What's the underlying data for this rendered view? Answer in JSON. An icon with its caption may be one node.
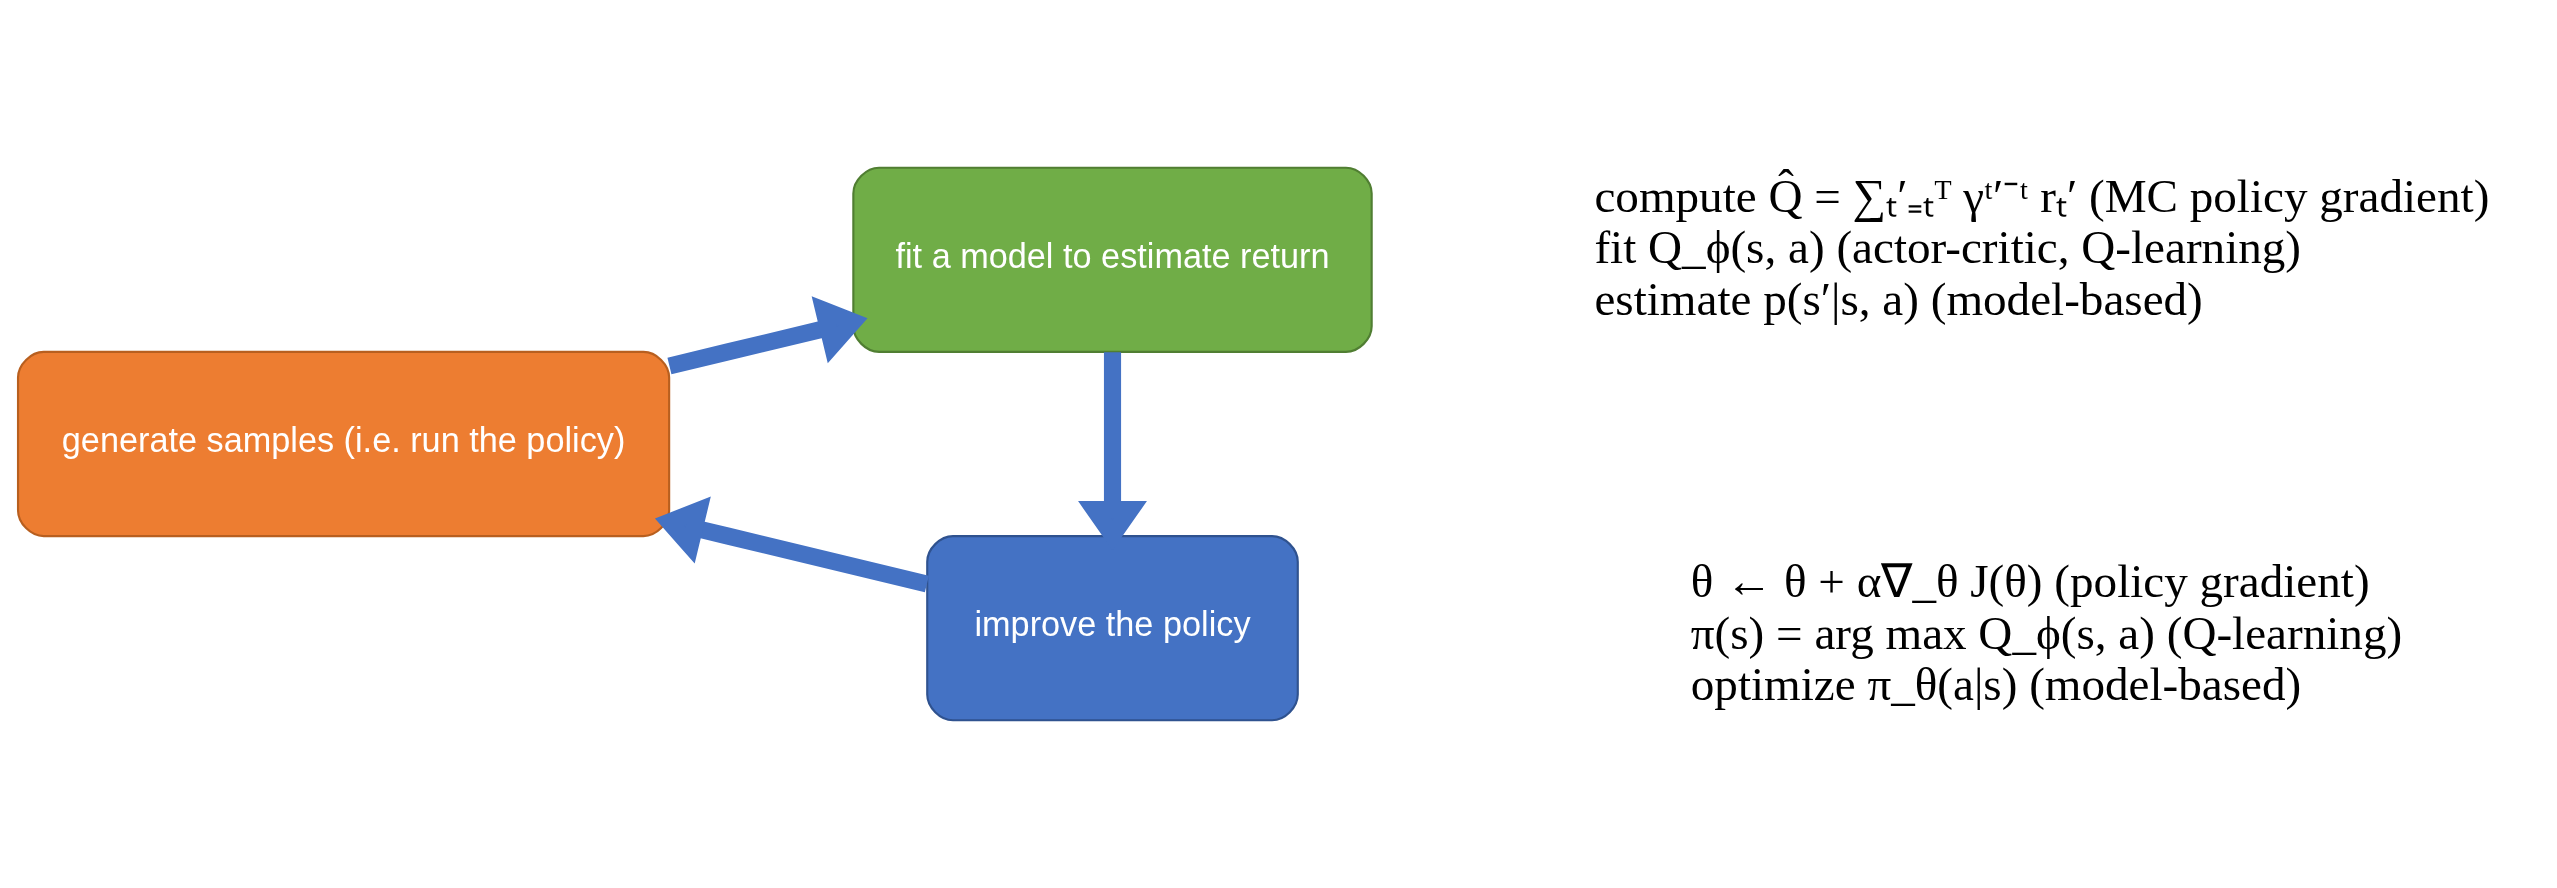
{
  "diagram": {
    "nodes": [
      {
        "text": [
          "generate samples (i.e. run the policy)"
        ]
      },
      {
        "text": [
          "fit a model to estimate return"
        ],
        "beside": [
          "compute Q̂ = ∑ₜ′₌ₜᵀ γᵗ′⁻ᵗ rₜ′ (MC policy gradient)",
          "fit Q_ϕ(s, a) (actor-critic, Q-learning)",
          "estimate p(s′|s, a) (model-based)"
        ]
      },
      {
        "text": [
          "improve the policy"
        ],
        "beside": [
          "θ ← θ + α∇_θ J(θ) (policy gradient)",
          "π(s) = arg max Q_ϕ(s, a) (Q-learning)",
          "optimize π_θ(a|s) (model-based)"
        ]
      }
    ],
    "edges": [
      {
        "from": 0,
        "to": 1,
        "arrow": "to"
      },
      {
        "from": 1,
        "to": 2,
        "arrow": "to"
      },
      {
        "from": 2,
        "to": 0,
        "arrow": "to"
      }
    ]
  }
}
